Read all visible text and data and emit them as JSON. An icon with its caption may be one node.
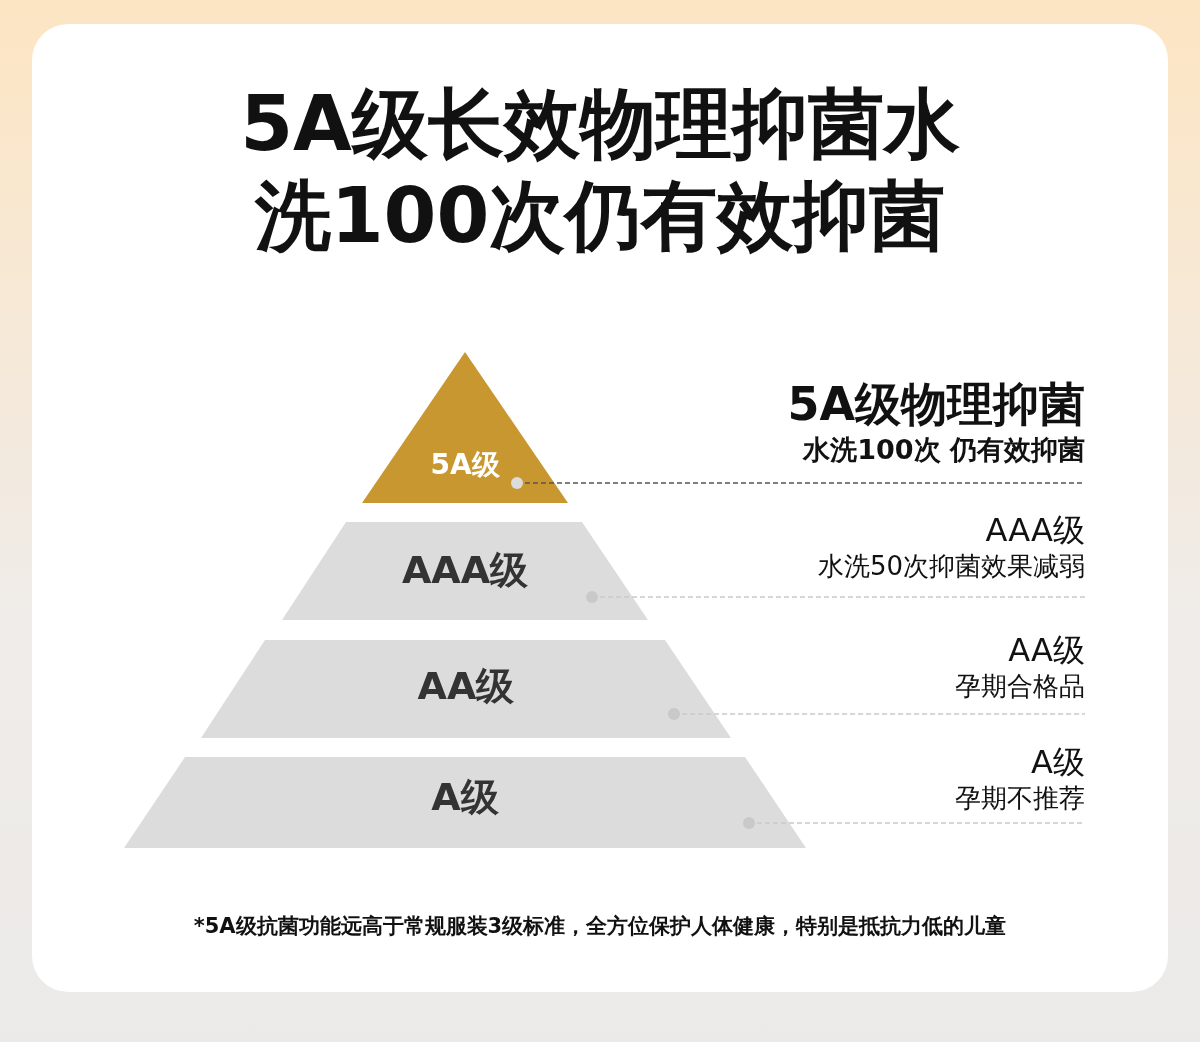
{
  "diagram": {
    "title": "5A级长效物理抑菌水洗100次仍有效抑菌",
    "nodes": [
      {
        "text": [
          "5A级"
        ]
      },
      {
        "text": [
          "AAA级"
        ]
      },
      {
        "text": [
          "AA级"
        ]
      },
      {
        "text": [
          "A级"
        ]
      },
      {
        "text": [
          "5A级物理抑菌",
          "水洗100次 仍有效抑菌"
        ]
      },
      {
        "text": [
          "AAA级",
          "水洗50次抑菌效果减弱"
        ]
      },
      {
        "text": [
          "AA级",
          "孕期合格品"
        ]
      },
      {
        "text": [
          "A级",
          "孕期不推荐"
        ]
      }
    ],
    "edges": [
      {
        "from": 0,
        "to": 4,
        "arrow": "other",
        "style": "dashed",
        "color": "#555555"
      },
      {
        "from": 1,
        "to": 5,
        "arrow": "other",
        "style": "dashed"
      },
      {
        "from": 2,
        "to": 6,
        "arrow": "other",
        "style": "dashed"
      },
      {
        "from": 3,
        "to": 7,
        "arrow": "other",
        "style": "dashed"
      }
    ],
    "labels": [
      "*5A级抗菌功能远高于常规服装3级标准，全方位保护人体健康，特别是抵抗力低的儿童"
    ]
  }
}
